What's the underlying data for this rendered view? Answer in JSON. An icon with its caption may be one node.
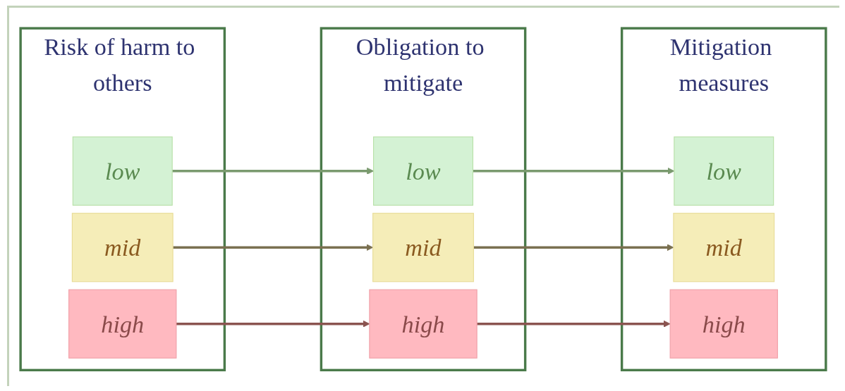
{
  "diagram": {
    "nodes": [
      {
        "text": [
          "Risk of harm to others"
        ]
      },
      {
        "text": [
          "low"
        ],
        "in": 0
      },
      {
        "text": [
          "mid"
        ],
        "in": 0
      },
      {
        "text": [
          "high"
        ],
        "in": 0
      },
      {
        "text": [
          "Obligation to mitigate"
        ]
      },
      {
        "text": [
          "low"
        ],
        "in": 4
      },
      {
        "text": [
          "mid"
        ],
        "in": 4
      },
      {
        "text": [
          "high"
        ],
        "in": 4
      },
      {
        "text": [
          "Mitigation measures"
        ]
      },
      {
        "text": [
          "low"
        ],
        "in": 8
      },
      {
        "text": [
          "mid"
        ],
        "in": 8
      },
      {
        "text": [
          "high"
        ],
        "in": 8
      }
    ],
    "edges": [
      {
        "from": 1,
        "to": 5,
        "arrow": "to",
        "color": "#7a9a6e"
      },
      {
        "from": 2,
        "to": 6,
        "arrow": "to",
        "color": "#7a7050"
      },
      {
        "from": 3,
        "to": 7,
        "arrow": "to",
        "color": "#8a5450"
      },
      {
        "from": 5,
        "to": 9,
        "arrow": "to",
        "color": "#7a9a6e"
      },
      {
        "from": 6,
        "to": 10,
        "arrow": "to",
        "color": "#7a7050"
      },
      {
        "from": 7,
        "to": 11,
        "arrow": "to",
        "color": "#8a5450"
      }
    ]
  }
}
